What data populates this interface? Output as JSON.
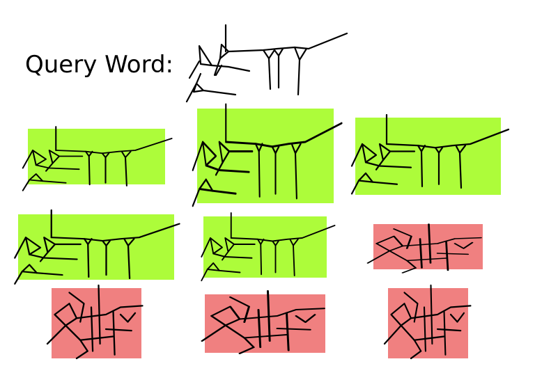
{
  "query": {
    "label": "Query Word:"
  },
  "colors": {
    "match": "#adfc3a",
    "non_match": "#f08080",
    "stroke": "#000000"
  },
  "results": [
    {
      "row": 1,
      "col": 1,
      "status": "match"
    },
    {
      "row": 1,
      "col": 2,
      "status": "match"
    },
    {
      "row": 1,
      "col": 3,
      "status": "match"
    },
    {
      "row": 2,
      "col": 1,
      "status": "match"
    },
    {
      "row": 2,
      "col": 2,
      "status": "match"
    },
    {
      "row": 2,
      "col": 3,
      "status": "non_match"
    },
    {
      "row": 3,
      "col": 1,
      "status": "non_match"
    },
    {
      "row": 3,
      "col": 2,
      "status": "non_match"
    },
    {
      "row": 3,
      "col": 3,
      "status": "non_match"
    }
  ]
}
